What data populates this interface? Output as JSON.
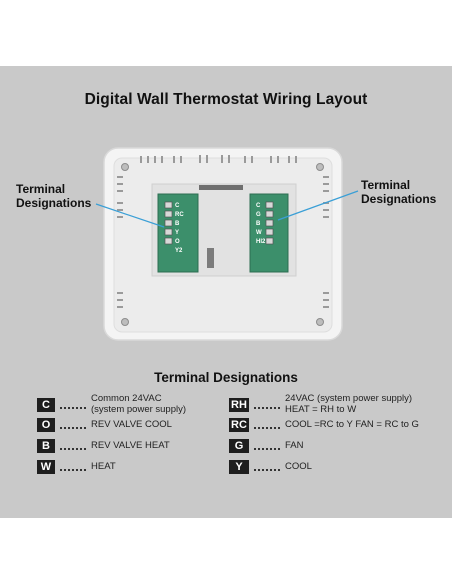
{
  "title": "Digital Wall Thermostat Wiring Layout",
  "callouts": {
    "left": [
      "Terminal",
      "Designations"
    ],
    "right": [
      "Terminal",
      "Designations"
    ]
  },
  "device": {
    "left_block_labels": [
      "C",
      "RC",
      "B",
      "Y",
      "O",
      "Y2"
    ],
    "right_block_labels": [
      "C",
      "G",
      "B",
      "W",
      "HI2"
    ]
  },
  "legend_title": "Terminal Designations",
  "legend": {
    "left": [
      {
        "code": "C",
        "lines": [
          "Common 24VAC",
          "(system power supply)"
        ]
      },
      {
        "code": "O",
        "lines": [
          "REV VALVE COOL"
        ]
      },
      {
        "code": "B",
        "lines": [
          "REV VALVE HEAT"
        ]
      },
      {
        "code": "W",
        "lines": [
          "HEAT"
        ]
      }
    ],
    "right": [
      {
        "code": "RH",
        "lines": [
          "24VAC (system power supply)",
          "HEAT = RH to W"
        ]
      },
      {
        "code": "RC",
        "lines": [
          "COOL =RC to Y FAN = RC to G"
        ]
      },
      {
        "code": "G",
        "lines": [
          "FAN"
        ]
      },
      {
        "code": "Y",
        "lines": [
          "COOL"
        ]
      }
    ]
  },
  "colors": {
    "background": "#c9c9c9",
    "device_body": "#f4f4f4",
    "board": "#3c8f6b",
    "badge": "#1e1e1e",
    "callout_line": "#3a9fd6"
  }
}
